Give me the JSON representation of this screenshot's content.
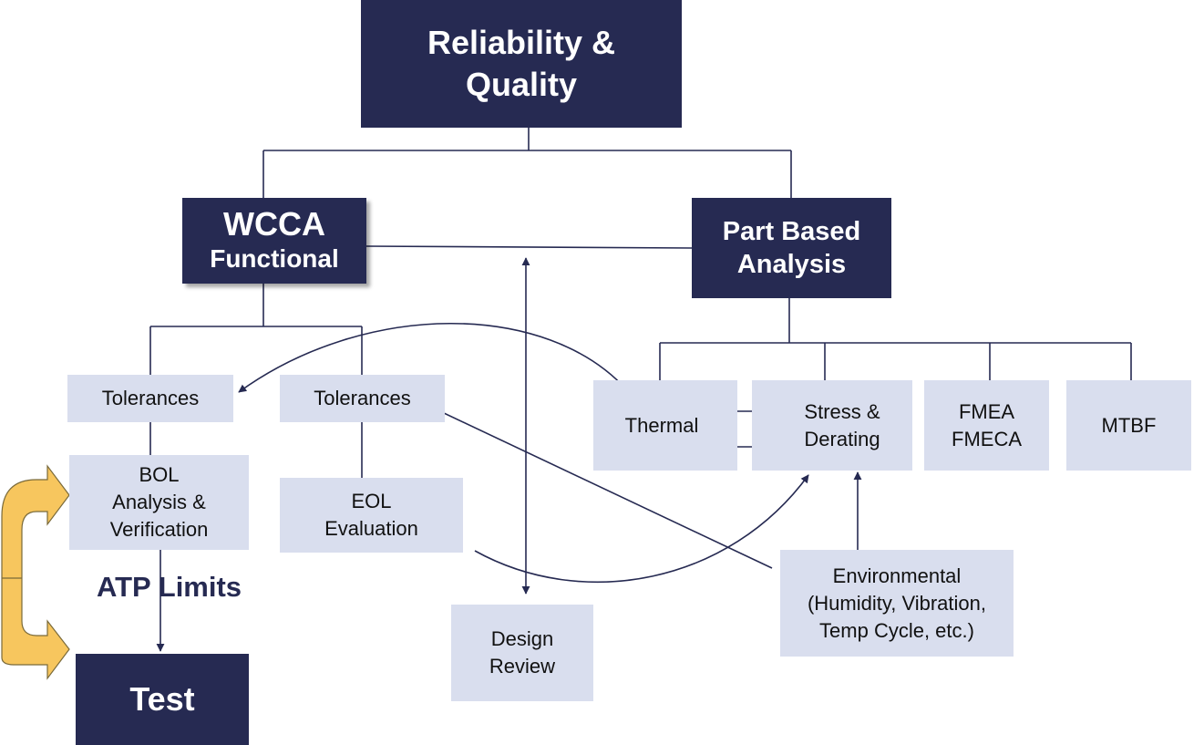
{
  "colors": {
    "primary_dark": "#262a52",
    "box_light": "#d9deee",
    "connector": "#262a52",
    "loop_arrow_fill": "#f7c65e",
    "loop_arrow_stroke": "#7a6a3a"
  },
  "nodes": {
    "root": {
      "lines": [
        "Reliability &",
        "Quality"
      ]
    },
    "wcca": {
      "line1": "WCCA",
      "line2": "Functional"
    },
    "part_based": {
      "lines": [
        "Part Based",
        "Analysis"
      ]
    },
    "tolerances_left": {
      "text": "Tolerances"
    },
    "tolerances_right": {
      "text": "Tolerances"
    },
    "bol": {
      "lines": [
        "BOL",
        "Analysis &",
        "Verification"
      ]
    },
    "eol": {
      "lines": [
        "EOL",
        "Evaluation"
      ]
    },
    "test": {
      "text": "Test"
    },
    "design_review": {
      "lines": [
        "Design",
        "Review"
      ]
    },
    "thermal": {
      "text": "Thermal"
    },
    "stress": {
      "lines": [
        "Stress &",
        "Derating"
      ]
    },
    "fmea": {
      "lines": [
        "FMEA",
        "FMECA"
      ]
    },
    "mtbf": {
      "text": "MTBF"
    },
    "environmental": {
      "lines": [
        "Environmental",
        "(Humidity, Vibration,",
        "Temp Cycle, etc.)"
      ]
    }
  },
  "labels": {
    "atp_limits": "ATP Limits"
  },
  "icons": {
    "loop_arrow": "curved-loop-arrow-icon"
  }
}
